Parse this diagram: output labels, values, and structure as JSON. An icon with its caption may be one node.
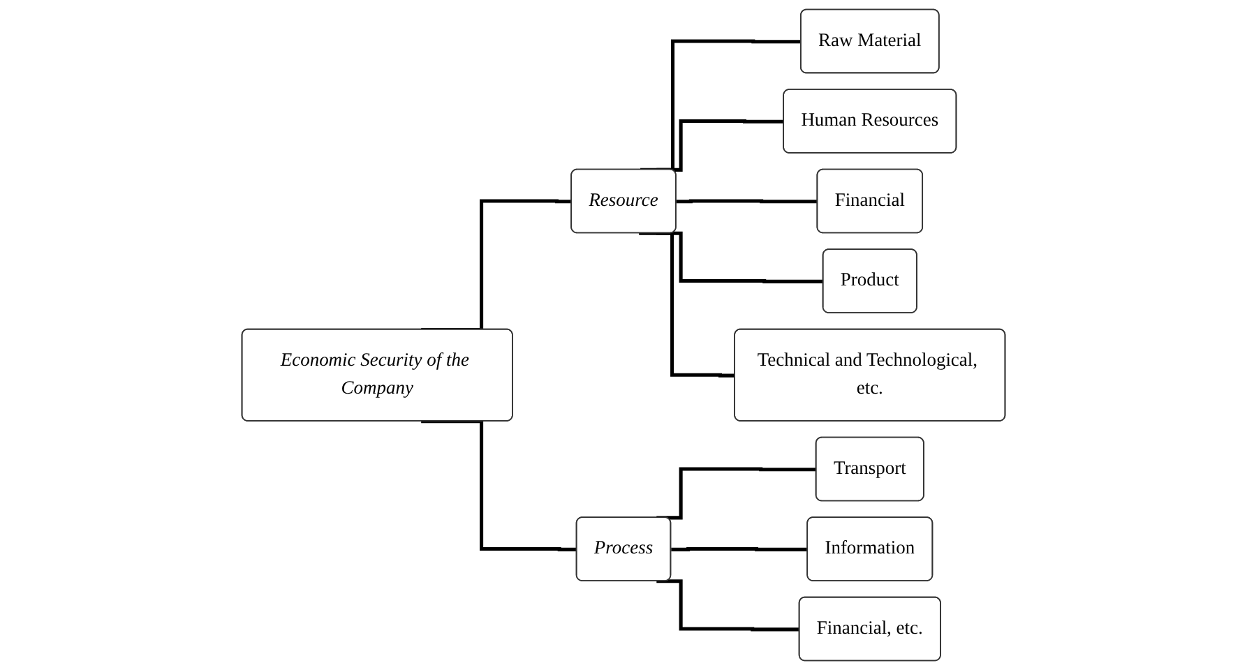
{
  "diagram": {
    "nodes": [
      {
        "text": [
          "Economic Security of the Company"
        ]
      },
      {
        "text": [
          "Resource"
        ]
      },
      {
        "text": [
          "Process"
        ]
      },
      {
        "text": [
          "Raw Material"
        ]
      },
      {
        "text": [
          "Human Resources"
        ]
      },
      {
        "text": [
          "Financial"
        ]
      },
      {
        "text": [
          "Product"
        ]
      },
      {
        "text": [
          "Technical and Technological, etc."
        ]
      },
      {
        "text": [
          "Transport"
        ]
      },
      {
        "text": [
          "Information"
        ]
      },
      {
        "text": [
          "Financial, etc."
        ]
      }
    ],
    "edges": [
      {
        "from": 0,
        "to": 1,
        "arrow": "none"
      },
      {
        "from": 0,
        "to": 2,
        "arrow": "none"
      },
      {
        "from": 1,
        "to": 3,
        "arrow": "none"
      },
      {
        "from": 1,
        "to": 4,
        "arrow": "none"
      },
      {
        "from": 1,
        "to": 5,
        "arrow": "none"
      },
      {
        "from": 1,
        "to": 6,
        "arrow": "none"
      },
      {
        "from": 1,
        "to": 7,
        "arrow": "none"
      },
      {
        "from": 2,
        "to": 8,
        "arrow": "none"
      },
      {
        "from": 2,
        "to": 9,
        "arrow": "none"
      },
      {
        "from": 2,
        "to": 10,
        "arrow": "none"
      }
    ]
  }
}
